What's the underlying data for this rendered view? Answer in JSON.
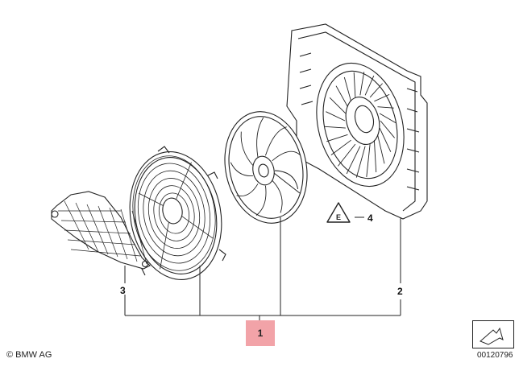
{
  "diagram": {
    "callouts": [
      {
        "id": "1",
        "label": "1",
        "highlighted": true,
        "highlight_color": "#f2a3a8"
      },
      {
        "id": "2",
        "label": "2"
      },
      {
        "id": "3",
        "label": "3"
      },
      {
        "id": "4",
        "label": "4"
      }
    ],
    "symbol_label": "E",
    "copyright": "© BMW AG",
    "document_number": "00120796",
    "icons": [
      "fan-shroud",
      "fan-impeller",
      "fan-guard",
      "fan-cover",
      "warning-triangle-icon",
      "document-arrow-icon"
    ]
  }
}
